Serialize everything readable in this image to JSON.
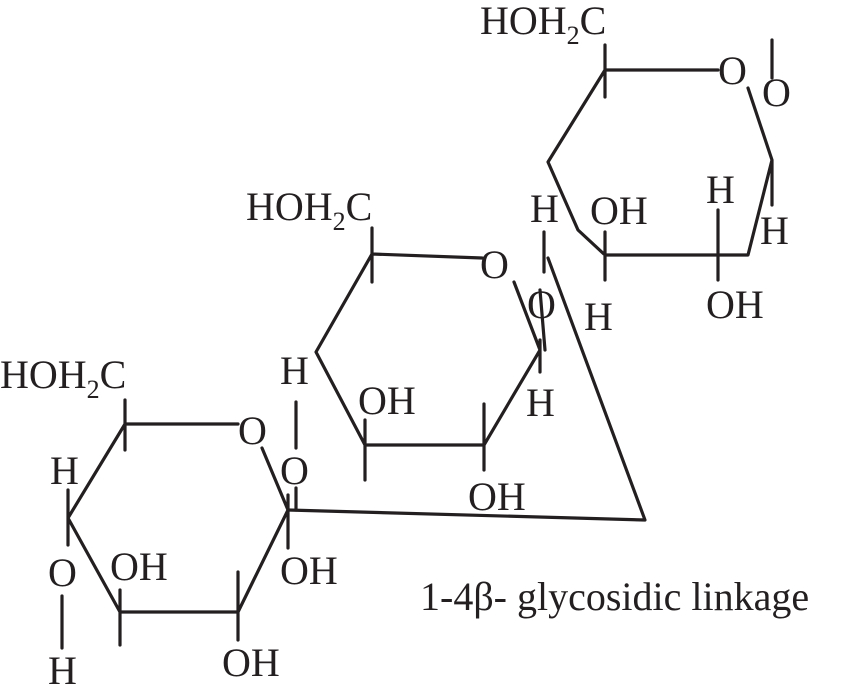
{
  "caption": "1-4β- glycosidic linkage",
  "labels": {
    "hoh2c_prefix": "HOH",
    "hoh2c_sub": "2",
    "hoh2c_suffix": "C",
    "ring_oxygen": "O",
    "glycosidic_oxygen": "O",
    "hydroxyl": "OH",
    "hydrogen": "H"
  },
  "colors": {
    "ink": "#231f20",
    "background": "#ffffff"
  }
}
